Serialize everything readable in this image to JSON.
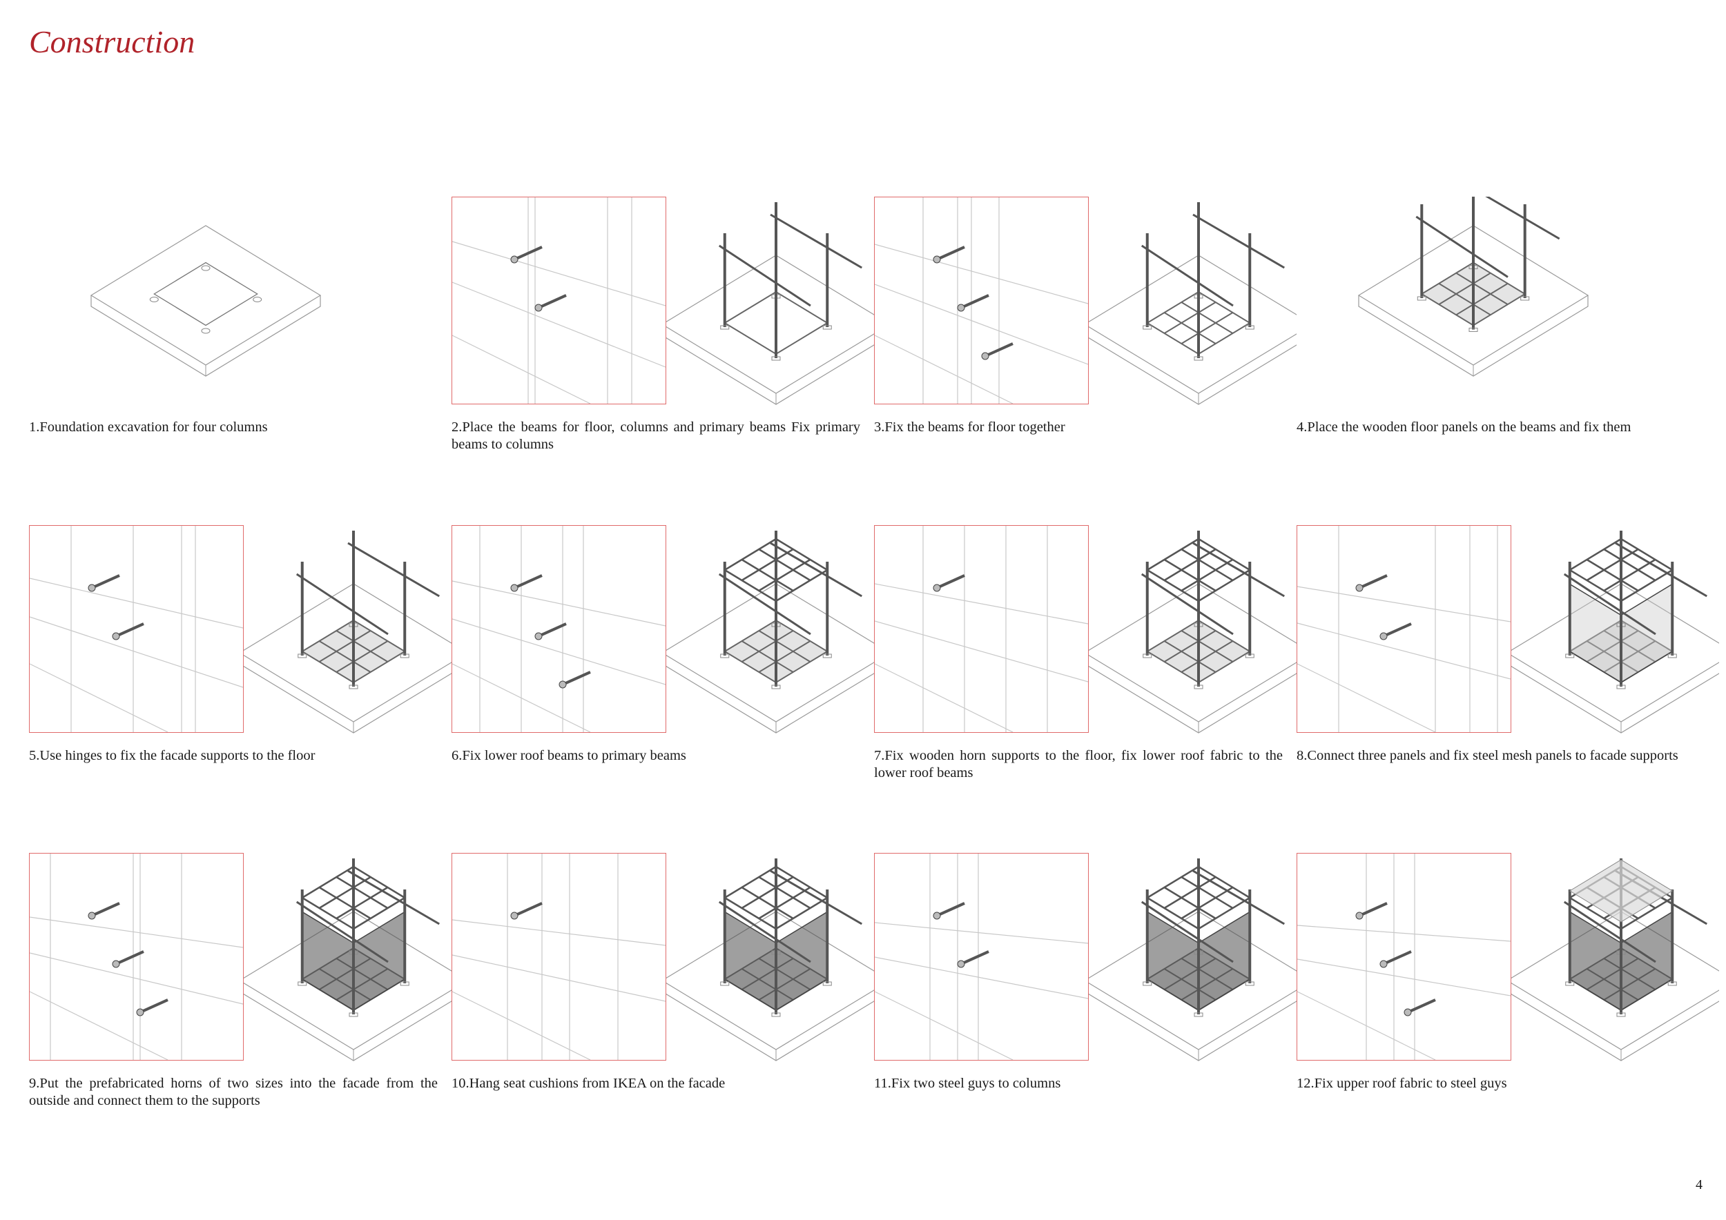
{
  "page": {
    "title": "Construction",
    "page_number": "4",
    "accent_color": "#b0232a",
    "detail_border_color": "#e06a6a"
  },
  "steps": [
    {
      "caption": "1.Foundation excavation for four columns",
      "has_detail": false,
      "stage": 0
    },
    {
      "caption": "2.Place the beams for floor,  columns and primary beams Fix primary beams to columns",
      "has_detail": true,
      "stage": 1
    },
    {
      "caption": "3.Fix the beams for floor together",
      "has_detail": true,
      "stage": 2
    },
    {
      "caption": "4.Place the wooden floor panels on the beams and fix them",
      "has_detail": false,
      "stage": 3
    },
    {
      "caption": "5.Use hinges to fix the facade supports to the floor",
      "has_detail": true,
      "stage": 4
    },
    {
      "caption": "6.Fix lower roof beams to primary beams",
      "has_detail": true,
      "stage": 5
    },
    {
      "caption": "7.Fix wooden horn supports to the floor, fix lower roof fabric to the lower roof beams",
      "has_detail": true,
      "stage": 6
    },
    {
      "caption": "8.Connect three panels and fix steel mesh panels to facade supports",
      "has_detail": true,
      "stage": 7
    },
    {
      "caption": "9.Put the prefabricated horns of two sizes into the facade from the outside and connect them to the supports",
      "has_detail": true,
      "stage": 8
    },
    {
      "caption": "10.Hang seat cushions from IKEA on the facade",
      "has_detail": true,
      "stage": 9
    },
    {
      "caption": "11.Fix two steel guys to columns",
      "has_detail": true,
      "stage": 10
    },
    {
      "caption": "12.Fix upper roof fabric to steel guys",
      "has_detail": true,
      "stage": 11
    }
  ]
}
